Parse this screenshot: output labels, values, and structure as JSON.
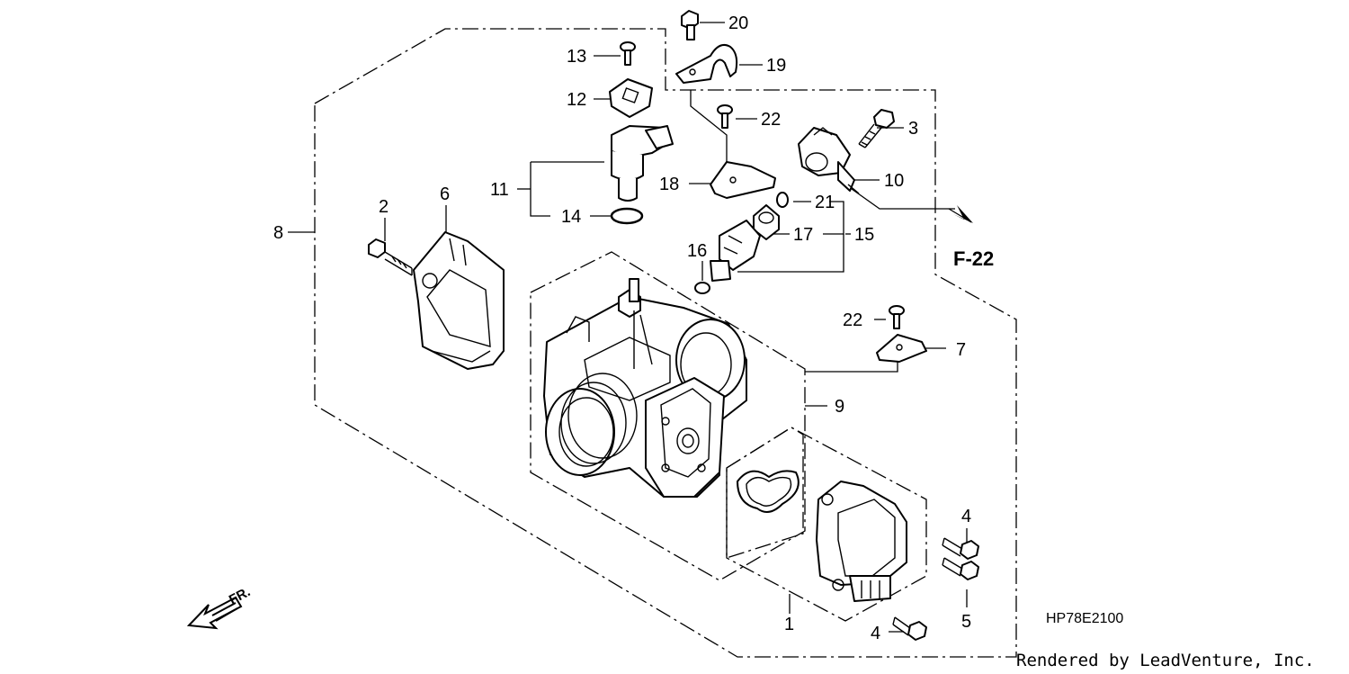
{
  "callouts": [
    "1",
    "2",
    "3",
    "4",
    "4",
    "5",
    "6",
    "7",
    "8",
    "9",
    "10",
    "11",
    "12",
    "13",
    "14",
    "15",
    "16",
    "17",
    "18",
    "19",
    "20",
    "21",
    "22",
    "22"
  ],
  "reference_label": "F-22",
  "diagram_code": "HP78E2100",
  "credit": "Rendered by LeadVenture, Inc.",
  "front_arrow_label": "FR."
}
